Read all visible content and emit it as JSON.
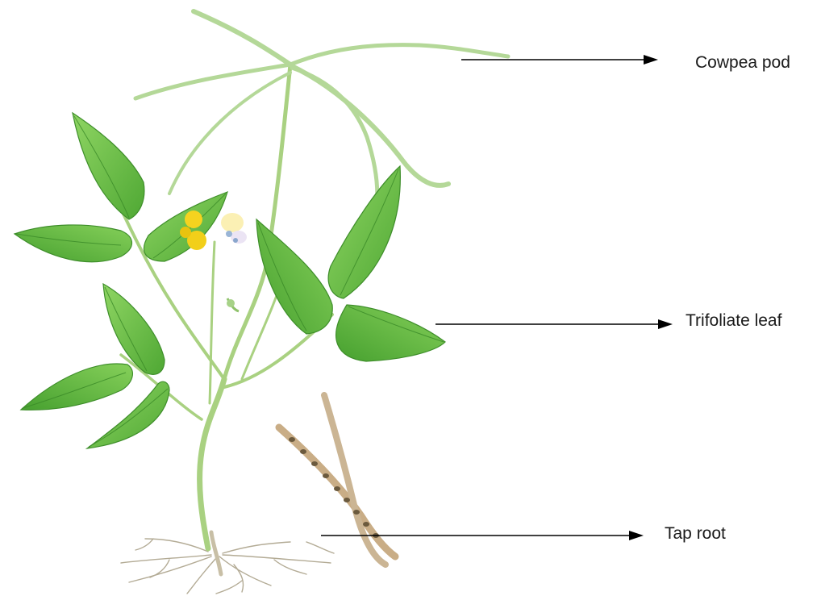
{
  "labels": {
    "pod": "Cowpea pod",
    "leaf": "Trifoliate leaf",
    "root": "Tap root"
  },
  "colors": {
    "leaf_fill": "#6cc04a",
    "leaf_dark": "#3f8f2a",
    "stem": "#a8cf7e",
    "pod": "#b9d89a",
    "flower": "#f3d21e",
    "dry_pod": "#c9ad86",
    "root": "#a8a08a",
    "arrow": "#000000"
  }
}
